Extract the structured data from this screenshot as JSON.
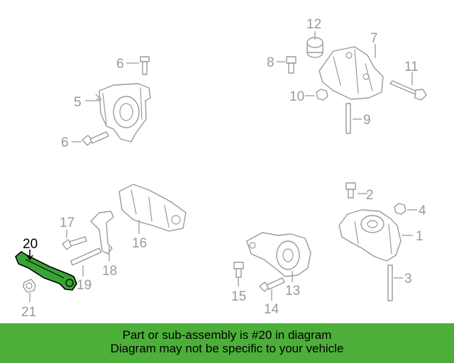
{
  "callouts": {
    "c1": "1",
    "c2": "2",
    "c3": "3",
    "c4": "4",
    "c5": "5",
    "c6a": "6",
    "c6b": "6",
    "c7": "7",
    "c8": "8",
    "c9": "9",
    "c10": "10",
    "c11": "11",
    "c12": "12",
    "c13": "13",
    "c14": "14",
    "c15": "15",
    "c16": "16",
    "c17": "17",
    "c18": "18",
    "c19": "19",
    "c20": "20",
    "c21": "21"
  },
  "highlight": {
    "part_number": "20",
    "color": "#3aa335"
  },
  "banner": {
    "line1": "Part or sub-assembly is #20 in diagram",
    "line2": "Diagram may not be specific to your vehicle",
    "background": "#4caf39"
  }
}
